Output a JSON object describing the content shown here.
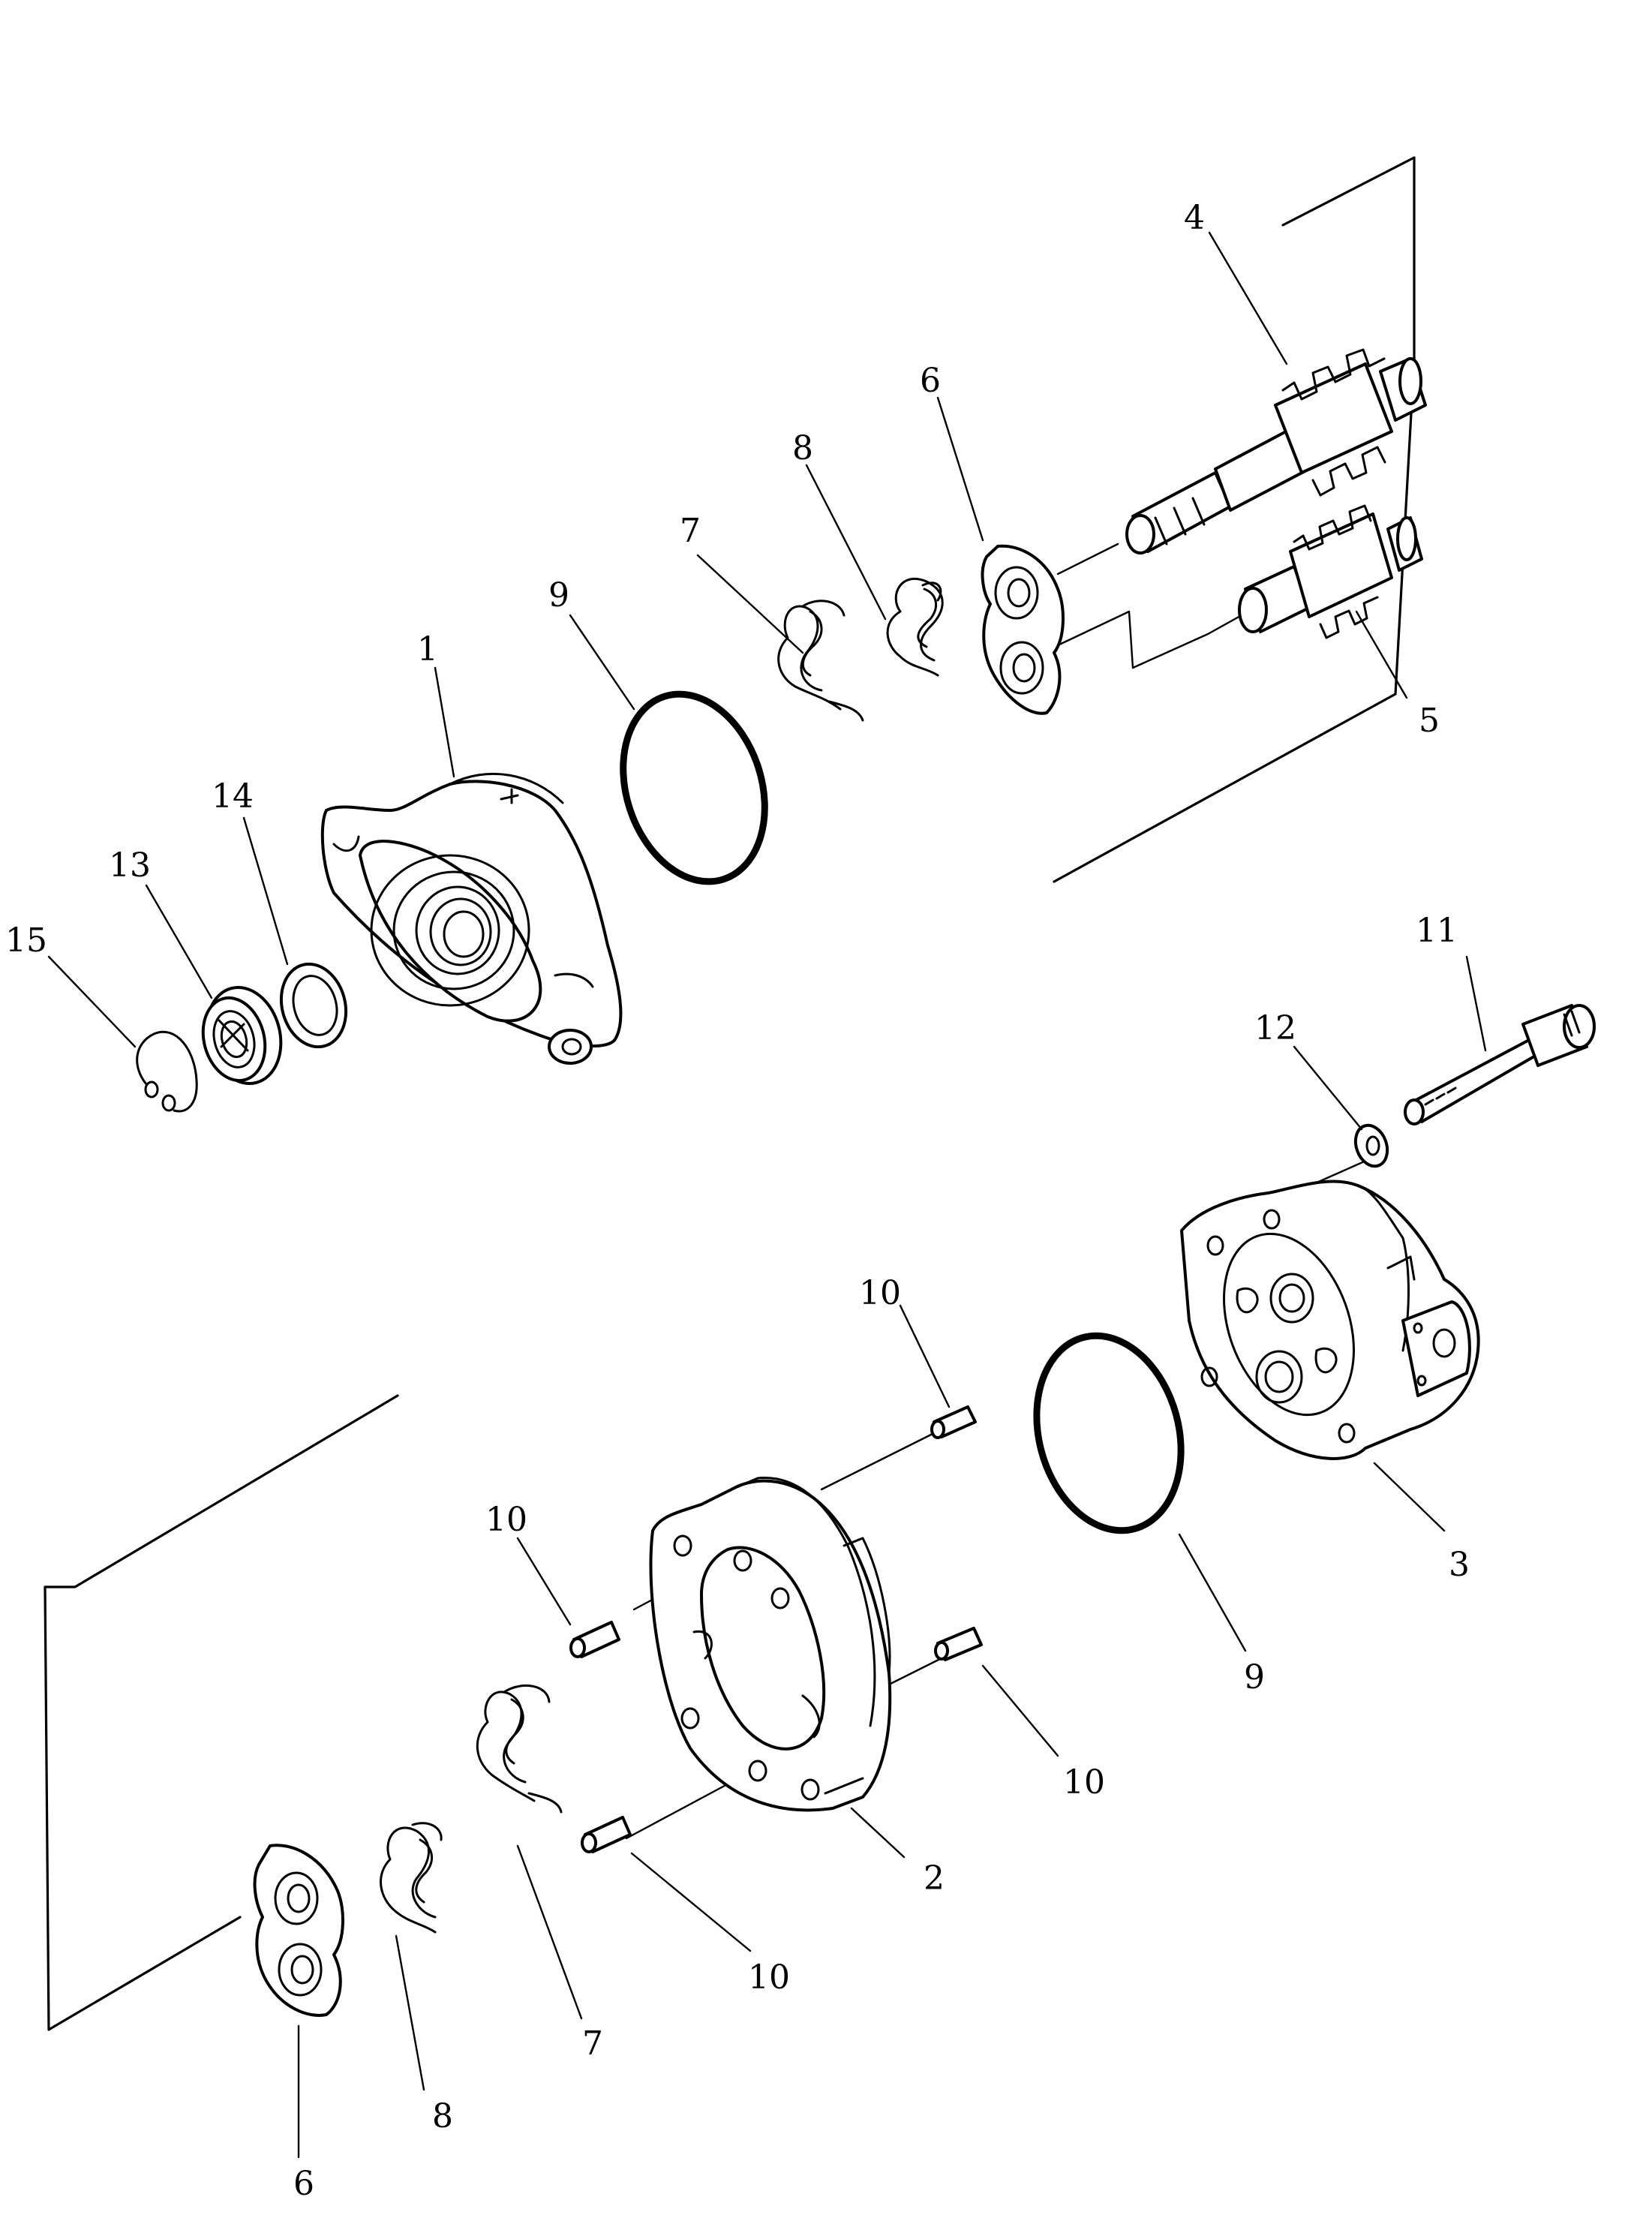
{
  "diagram": {
    "callouts": [
      {
        "id": "c1",
        "text": "1"
      },
      {
        "id": "c2",
        "text": "2"
      },
      {
        "id": "c3",
        "text": "3"
      },
      {
        "id": "c4",
        "text": "4"
      },
      {
        "id": "c5",
        "text": "5"
      },
      {
        "id": "c6a",
        "text": "6"
      },
      {
        "id": "c6b",
        "text": "6"
      },
      {
        "id": "c7a",
        "text": "7"
      },
      {
        "id": "c7b",
        "text": "7"
      },
      {
        "id": "c8a",
        "text": "8"
      },
      {
        "id": "c8b",
        "text": "8"
      },
      {
        "id": "c9a",
        "text": "9"
      },
      {
        "id": "c9b",
        "text": "9"
      },
      {
        "id": "c10a",
        "text": "10"
      },
      {
        "id": "c10b",
        "text": "10"
      },
      {
        "id": "c10c",
        "text": "10"
      },
      {
        "id": "c10d",
        "text": "10"
      },
      {
        "id": "c11",
        "text": "11"
      },
      {
        "id": "c12",
        "text": "12"
      },
      {
        "id": "c13",
        "text": "13"
      },
      {
        "id": "c14",
        "text": "14"
      },
      {
        "id": "c15",
        "text": "15"
      }
    ]
  }
}
